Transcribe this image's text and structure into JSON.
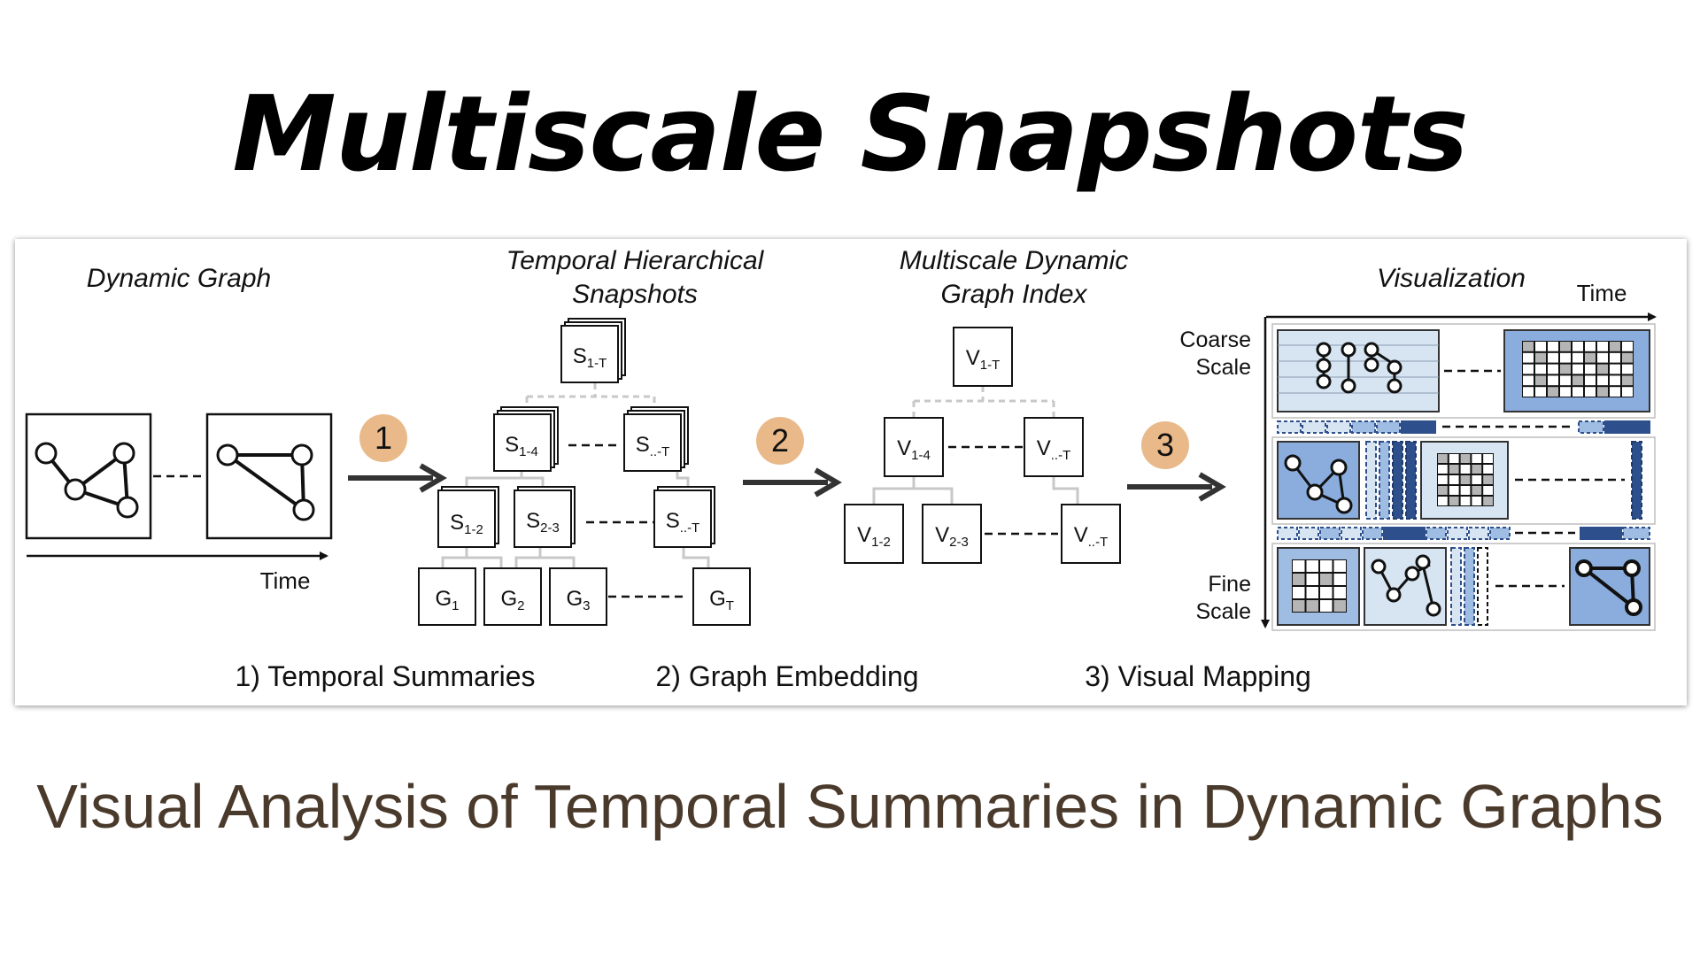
{
  "title": "Multiscale Snapshots",
  "subtitle": "Visual Analysis of Temporal Summaries in Dynamic Graphs",
  "sections": {
    "dynamic_graph": "Dynamic Graph",
    "temporal_snapshots": [
      "Temporal Hierarchical",
      "Snapshots"
    ],
    "graph_index": [
      "Multiscale Dynamic",
      "Graph Index"
    ],
    "visualization": "Visualization"
  },
  "axis_labels": {
    "time_left": "Time",
    "time_right": "Time",
    "coarse": [
      "Coarse",
      "Scale"
    ],
    "fine": [
      "Fine",
      "Scale"
    ]
  },
  "steps": [
    {
      "number": "1",
      "label": "1) Temporal Summaries"
    },
    {
      "number": "2",
      "label": "2) Graph Embedding"
    },
    {
      "number": "3",
      "label": "3) Visual Mapping"
    }
  ],
  "snapshot_nodes": {
    "s_root": {
      "base": "S",
      "sub": "1-T"
    },
    "s_14": {
      "base": "S",
      "sub": "1-4"
    },
    "s_dt_a": {
      "base": "S",
      "sub": "..-T"
    },
    "s_12": {
      "base": "S",
      "sub": "1-2"
    },
    "s_23": {
      "base": "S",
      "sub": "2-3"
    },
    "s_dt_b": {
      "base": "S",
      "sub": "..-T"
    },
    "g1": {
      "base": "G",
      "sub": "1"
    },
    "g2": {
      "base": "G",
      "sub": "2"
    },
    "g3": {
      "base": "G",
      "sub": "3"
    },
    "gt": {
      "base": "G",
      "sub": "T"
    }
  },
  "index_nodes": {
    "v_root": {
      "base": "V",
      "sub": "1-T"
    },
    "v_14": {
      "base": "V",
      "sub": "1-4"
    },
    "v_dt_a": {
      "base": "V",
      "sub": "..-T"
    },
    "v_12": {
      "base": "V",
      "sub": "1-2"
    },
    "v_23": {
      "base": "V",
      "sub": "2-3"
    },
    "v_dt_b": {
      "base": "V",
      "sub": "..-T"
    }
  },
  "colors": {
    "step_circle": "#e9b98a",
    "arrow": "#333333",
    "connector": "#c8c8c8",
    "light_blue": "#d7e4f2",
    "mid_blue": "#9fbce2",
    "dark_blue": "#2d4f8c",
    "accent_blue": "#8aaddd",
    "subtitle": "#4a3a2c"
  }
}
